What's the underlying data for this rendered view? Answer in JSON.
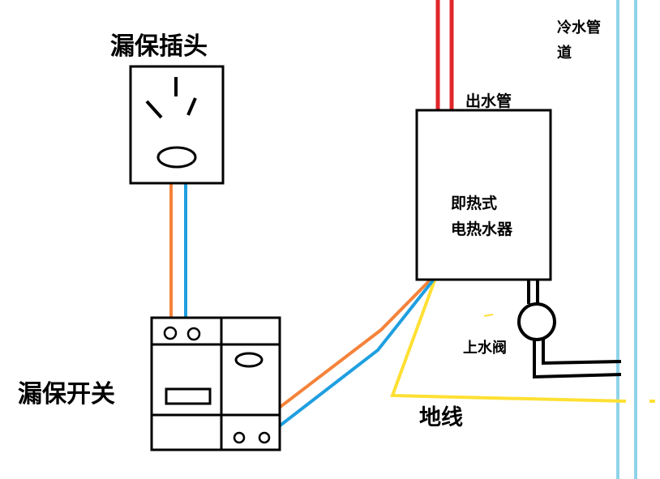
{
  "labels": {
    "leakage_socket": "漏保插头",
    "leakage_switch": "漏保开关",
    "outlet_pipe": "出水管",
    "cold_pipe_line1": "冷水管",
    "cold_pipe_line2": "道",
    "heater_line1": "即热式",
    "heater_line2": "电热水器",
    "inlet_valve": "上水阀",
    "ground_wire": "地线"
  },
  "colors": {
    "hot_pipe": "#e0262b",
    "cold_pipe": "#8fd3ea",
    "live_wire": "#f5823a",
    "neutral_wire": "#1f9fe0",
    "ground_wire": "#ffe033",
    "ground_label": "#f7c21a",
    "outline": "#000000"
  }
}
